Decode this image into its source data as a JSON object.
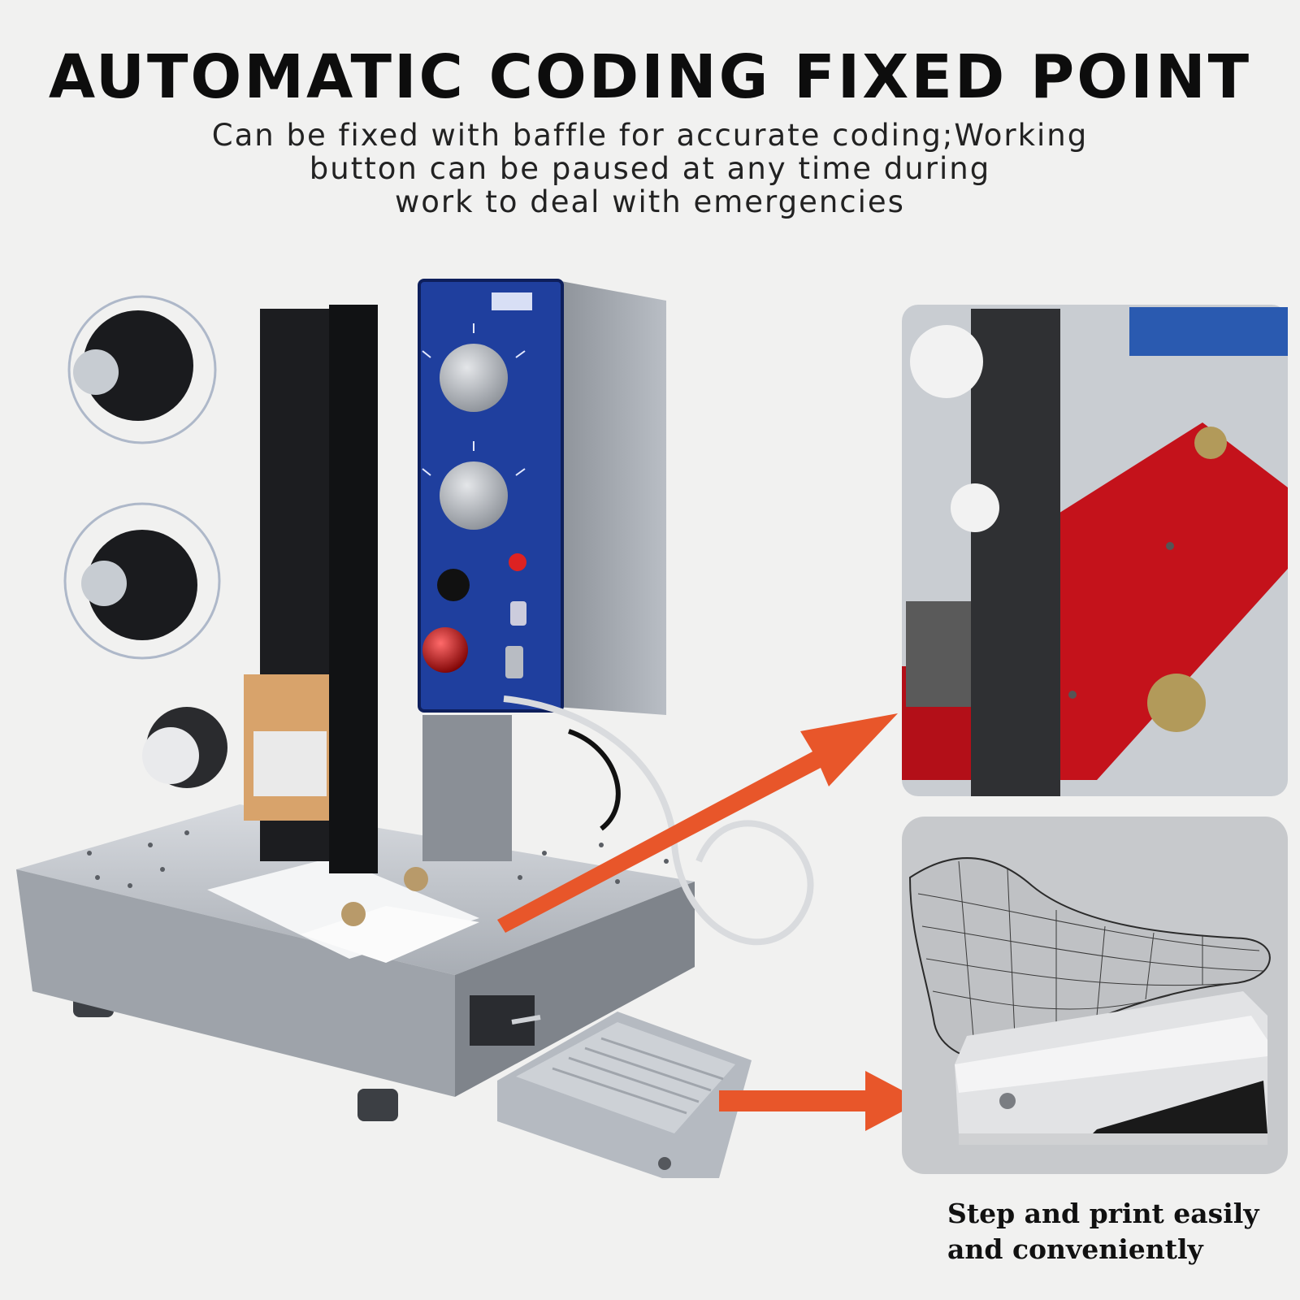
{
  "headline": "AUTOMATIC CODING FIXED POINT",
  "subtext_lines": [
    "Can be fixed with baffle for accurate coding;Working",
    "button can be paused at any time during",
    "work to deal with emergencies"
  ],
  "caption_lines": [
    "Step and print easily",
    "and conveniently"
  ],
  "colors": {
    "arrow": "#e8562a",
    "control_panel": "#1f3f9e",
    "ribbon_red": "#c4121b"
  }
}
